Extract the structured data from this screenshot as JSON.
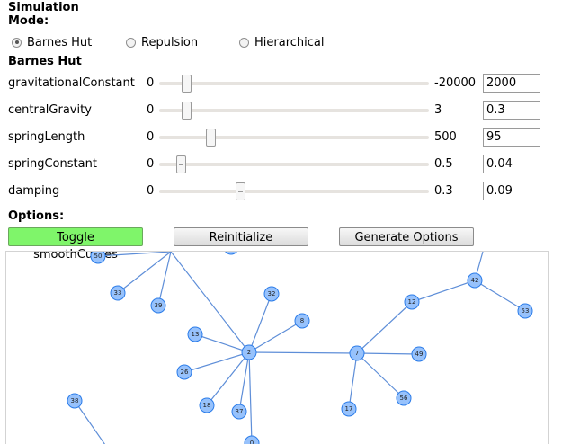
{
  "simulation_mode": {
    "title_line1": "Simulation",
    "title_line2": "Mode:",
    "options": [
      {
        "label": "Barnes Hut",
        "checked": true
      },
      {
        "label": "Repulsion",
        "checked": false
      },
      {
        "label": "Hierarchical",
        "checked": false
      }
    ]
  },
  "section_title": "Barnes Hut",
  "params": [
    {
      "label": "gravitationalConstant",
      "min": "0",
      "max": "-20000",
      "value": "2000",
      "slider_fraction": 0.1
    },
    {
      "label": "centralGravity",
      "min": "0",
      "max": "3",
      "value": "0.3",
      "slider_fraction": 0.1
    },
    {
      "label": "springLength",
      "min": "0",
      "max": "500",
      "value": "95",
      "slider_fraction": 0.19
    },
    {
      "label": "springConstant",
      "min": "0",
      "max": "0.5",
      "value": "0.04",
      "slider_fraction": 0.08
    },
    {
      "label": "damping",
      "min": "0",
      "max": "0.3",
      "value": "0.09",
      "slider_fraction": 0.3
    }
  ],
  "options_title": "Options:",
  "buttons": {
    "toggle": "Toggle smoothCurves",
    "reinit": "Reinitialize",
    "generate": "Generate Options"
  },
  "graph": {
    "node_labels": [
      "50",
      "33",
      "39",
      "32",
      "8",
      "13",
      "2",
      "26",
      "18",
      "37",
      "0",
      "7",
      "49",
      "17",
      "56",
      "12",
      "42",
      "53",
      "38"
    ],
    "edge_color": "#5e8ed8",
    "node_fill": "#97c2fc",
    "node_stroke": "#2b7ce9"
  }
}
